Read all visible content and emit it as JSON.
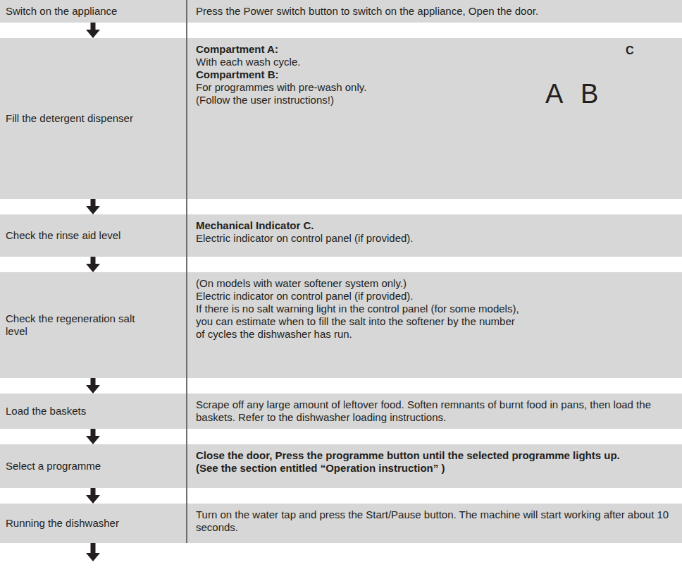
{
  "diagram": {
    "nodes": [
      {
        "text": [
          "Switch on the appliance"
        ]
      },
      {
        "text": [
          "Press the Power switch button to switch on the appliance, Open the door."
        ]
      },
      {
        "text": [
          "Fill the detergent dispenser"
        ]
      },
      {
        "text": [
          "Compartment A:",
          "With each wash cycle.",
          "Compartment B:",
          "For programmes with pre-wash only.",
          "(Follow the user instructions!)"
        ]
      },
      {
        "text": [
          "Check the rinse aid level"
        ]
      },
      {
        "text": [
          "Mechanical Indicator C.",
          "Electric indicator on control panel (if provided)."
        ]
      },
      {
        "text": [
          "Check the regeneration salt level"
        ]
      },
      {
        "text": [
          "(On models with water softener system only.)",
          "Electric indicator on control panel (if provided).",
          "If there is no salt warning light in the control panel (for some models), you can estimate when to fill the salt into the softener by the number of cycles the dishwasher has run."
        ]
      },
      {
        "text": [
          "Load the baskets"
        ]
      },
      {
        "text": [
          "Scrape off any large amount of leftover food. Soften remnants of burnt food in pans, then load the baskets. Refer to the dishwasher loading instructions."
        ]
      },
      {
        "text": [
          "Select a programme"
        ]
      },
      {
        "text": [
          "Close the door, Press the programme button until the selected programme lights up.",
          "(See the section entitled “Operation instruction” )"
        ]
      },
      {
        "text": [
          "Running the dishwasher"
        ]
      },
      {
        "text": [
          "Turn on the water tap and press the Start/Pause button. The machine will start working after about 10 seconds."
        ]
      }
    ],
    "edges": [
      {
        "from": 0,
        "to": 2,
        "arrow": "to"
      },
      {
        "from": 2,
        "to": 4,
        "arrow": "to"
      },
      {
        "from": 4,
        "to": 6,
        "arrow": "to"
      },
      {
        "from": 6,
        "to": 8,
        "arrow": "to"
      },
      {
        "from": 8,
        "to": 10,
        "arrow": "to"
      },
      {
        "from": 10,
        "to": 12,
        "arrow": "to"
      }
    ],
    "labels": [
      "A",
      "B",
      "C"
    ]
  }
}
